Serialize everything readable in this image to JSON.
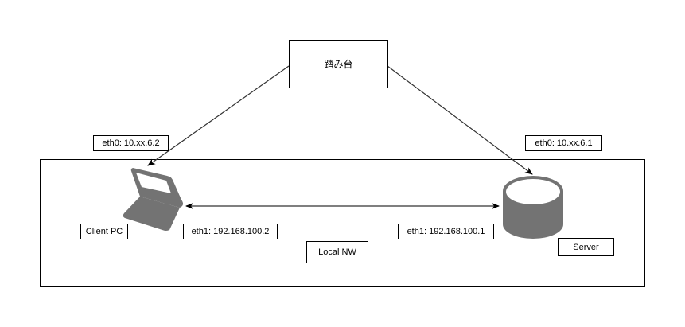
{
  "nodes": {
    "bastion": "踏み台",
    "client": "Client PC",
    "server": "Server",
    "network": "Local NW"
  },
  "labels": {
    "client_eth0": "eth0: 10.xx.6.2",
    "server_eth0": "eth0: 10.xx.6.1",
    "client_eth1": "eth1: 192.168.100.2",
    "server_eth1": "eth1: 192.168.100.1"
  },
  "icons": {
    "client": "laptop-icon",
    "server": "database-cylinder-icon"
  },
  "colors": {
    "icon_fill": "#737373",
    "line": "#333333"
  }
}
